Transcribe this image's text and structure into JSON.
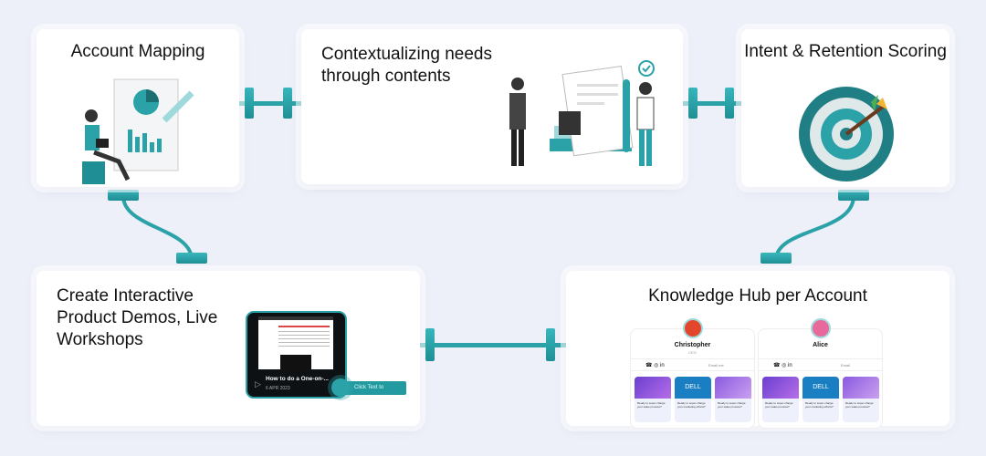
{
  "steps": {
    "account_mapping": {
      "title": "Account Mapping"
    },
    "contextualizing": {
      "title": "Contextualizing needs through contents"
    },
    "scoring": {
      "title": "Intent & Retention Scoring"
    },
    "demos": {
      "title": "Create Interactive Product Demos, Live Workshops",
      "video": {
        "title": "How to do a One-on-...",
        "date": "6 APR 2023",
        "cta": "Click Text to"
      }
    },
    "hub": {
      "title": "Knowledge Hub per Account",
      "profiles": [
        {
          "name": "Christopher",
          "role": "CEO",
          "email_label": "Email me",
          "cards": [
            "Ready to super-charge your sales process?",
            "Ready to super-charge your marketing efforts?",
            "Ready to super-charge your sales process?"
          ]
        },
        {
          "name": "Alice",
          "role": "",
          "email_label": "Email",
          "cards": [
            "Ready to super-charge your sales process?",
            "Ready to super-charge your marketing efforts?",
            "Ready to super-charge your sales process?"
          ]
        }
      ],
      "brand": "DELL"
    }
  },
  "colors": {
    "accent": "#2aa2a8",
    "background": "#eef0f9"
  }
}
